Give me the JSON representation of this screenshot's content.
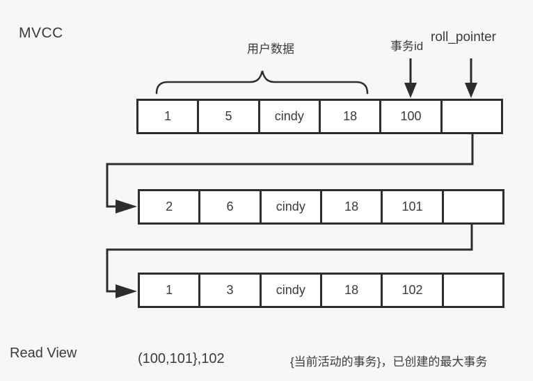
{
  "title": "MVCC",
  "labels": {
    "user_data": "用户数据",
    "trx_id": "事务id",
    "roll_pointer": "roll_pointer"
  },
  "rows": [
    {
      "cells": [
        "1",
        "5",
        "cindy",
        "18",
        "100",
        ""
      ]
    },
    {
      "cells": [
        "2",
        "6",
        "cindy",
        "18",
        "101",
        ""
      ]
    },
    {
      "cells": [
        "1",
        "3",
        "cindy",
        "18",
        "102",
        ""
      ]
    }
  ],
  "read_view": {
    "label": "Read View",
    "ids": "(100,101},102",
    "note": "{当前活动的事务}，已创建的最大事务"
  },
  "colors": {
    "background": "#f7f7f7",
    "line": "#2d2d2d",
    "cell_background": "#ffffff",
    "text": "#3a3a3a"
  }
}
